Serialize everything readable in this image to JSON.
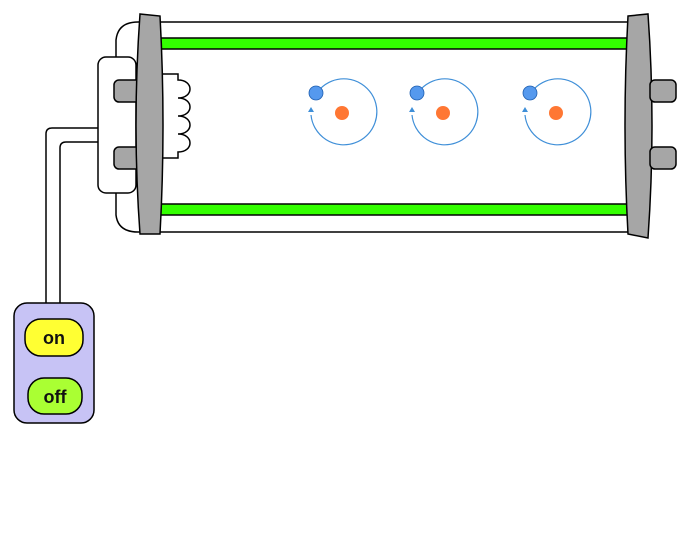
{
  "switch_box": {
    "on_label": "on",
    "off_label": "off",
    "box_color": "#c7c3f5",
    "on_color": "#ffff33",
    "off_color": "#aaff33"
  },
  "tube": {
    "phosphor_color": "#33ff00",
    "endcap_color": "#a6a6a6",
    "pin_color": "#a6a6a6"
  },
  "atoms": {
    "count": 3,
    "nucleus_color": "#ff7733",
    "electron_color": "#5599ee",
    "orbit_color": "#3f8fd8"
  }
}
